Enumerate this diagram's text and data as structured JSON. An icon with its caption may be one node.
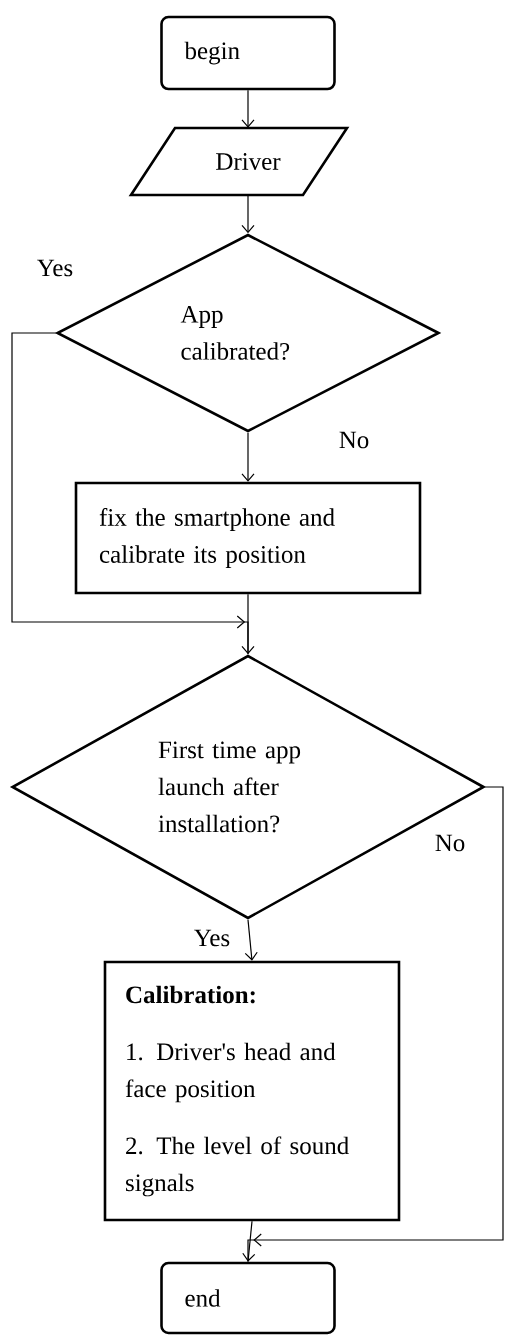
{
  "diagram": {
    "nodes": [
      {
        "text": [
          "begin"
        ]
      },
      {
        "text": [
          "Driver"
        ]
      },
      {
        "text": [
          "App calibrated?"
        ]
      },
      {
        "text": [
          "fix the smartphone and calibrate its position"
        ]
      },
      {
        "text": [
          "First time app launch after installation?"
        ]
      },
      {
        "text": [
          "Calibration:",
          "1. Driver's head and face position",
          "2. The level of sound signals"
        ]
      },
      {
        "text": [
          "end"
        ]
      }
    ],
    "edges": [
      {
        "from": 0,
        "to": 1,
        "arrow": "to"
      },
      {
        "from": 1,
        "to": 2,
        "arrow": "to"
      },
      {
        "from": 2,
        "to": 3,
        "arrow": "to",
        "label": "No"
      },
      {
        "from": 2,
        "to": 4,
        "arrow": "to",
        "label": "Yes"
      },
      {
        "from": 3,
        "to": 4,
        "arrow": "to"
      },
      {
        "from": 4,
        "to": 5,
        "arrow": "to",
        "label": "Yes"
      },
      {
        "from": 4,
        "to": 6,
        "arrow": "to",
        "label": "No"
      },
      {
        "from": 5,
        "to": 6,
        "arrow": "to"
      }
    ]
  }
}
